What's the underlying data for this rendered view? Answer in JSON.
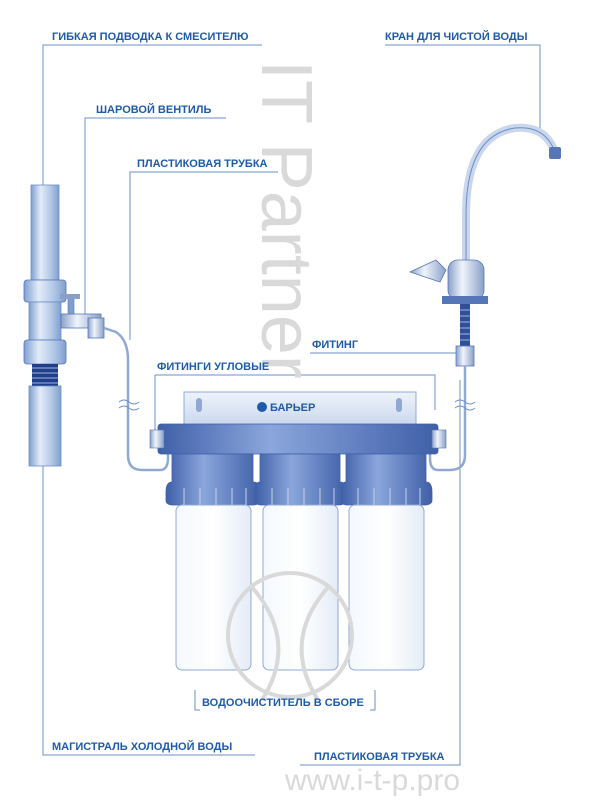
{
  "labels": {
    "flex_hose": "ГИБКАЯ ПОДВОДКА К СМЕСИТЕЛЮ",
    "ball_valve": "ШАРОВОЙ ВЕНТИЛЬ",
    "plastic_tube_top": "ПЛАСТИКОВАЯ ТРУБКА",
    "faucet": "КРАН ДЛЯ ЧИСТОЙ ВОДЫ",
    "fitting": "ФИТИНГ",
    "angle_fittings": "ФИТИНГИ УГЛОВЫЕ",
    "filter_assembly": "ВОДООЧИСТИТЕЛЬ В СБОРЕ",
    "cold_water_main": "МАГИСТРАЛЬ ХОЛОДНОЙ ВОДЫ",
    "plastic_tube_bottom": "ПЛАСТИКОВАЯ ТРУБКА"
  },
  "brand": "БАРЬЕР",
  "watermark": {
    "vertical_text": "IT Partner",
    "url": "www.i-t-p.pro"
  },
  "colors": {
    "label": "#1f5aa8",
    "leader": "#6d8fc4",
    "pipe": "#a9c2e2",
    "cap": "#5676b8",
    "watermark": "#d9d9d9"
  }
}
